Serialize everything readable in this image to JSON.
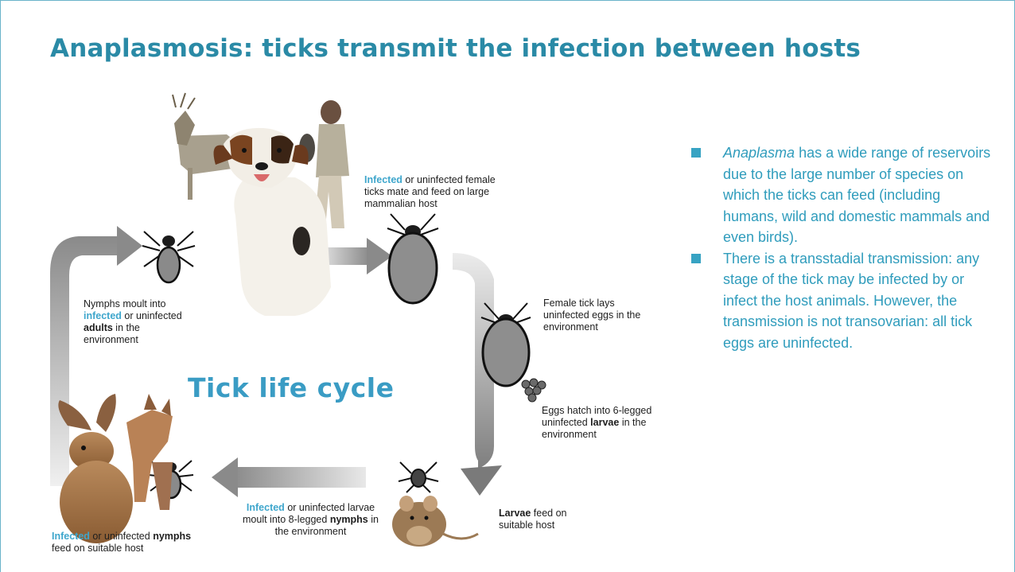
{
  "title": "Anaplasmosis: ticks transmit the infection between hosts",
  "diagram": {
    "cycle_title": "Tick life cycle",
    "labels": {
      "adult_feed": {
        "infected": "Infected",
        "rest": "or uninfected female ticks mate and feed on large mammalian host"
      },
      "lay_eggs": "Female tick lays uninfected eggs in the environment",
      "eggs_hatch": {
        "pre": "Eggs hatch into 6-legged uninfected",
        "bold": "larvae",
        "post": "in the environment"
      },
      "larvae_feed": {
        "bold": "Larvae",
        "rest": "feed on suitable host"
      },
      "larvae_moult": {
        "infected": "Infected",
        "pre": "or uninfected larvae moult into 8-legged",
        "bold": "nymphs",
        "post": "in the environment"
      },
      "nymphs_feed": {
        "infected": "Infected",
        "pre": "or uninfected",
        "bold": "nymphs",
        "post": "feed on suitable host"
      },
      "nymphs_moult": {
        "pre": "Nymphs moult into",
        "infected": "infected",
        "mid": "or uninfected",
        "bold": "adults",
        "post": "in the environment"
      }
    }
  },
  "bullets": [
    {
      "italic": "Anaplasma",
      "text": " has a wide range of reservoirs due to the large number of species on which the ticks can feed (including humans, wild and domestic mammals and even birds)."
    },
    {
      "italic": "",
      "text": "There is a transstadial transmission: any stage of the tick may be infected by or infect the host animals. However, the transmission is not transovarian: all tick eggs are uninfected."
    }
  ],
  "colors": {
    "accent": "#2a8aa6",
    "highlight": "#3ea6cc",
    "bullet_text": "#2f9cbc",
    "arrow": "#9a9a9a",
    "tick_body": "#8f8f8f"
  }
}
